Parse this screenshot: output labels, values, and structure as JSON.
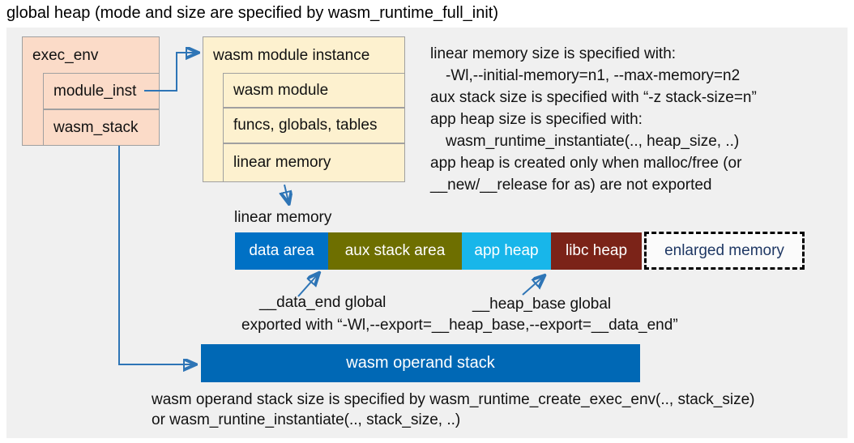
{
  "title": "global heap (mode and size are specified by wasm_runtime_full_init)",
  "exec_env": {
    "header": "exec_env",
    "rows": [
      "module_inst",
      "wasm_stack"
    ]
  },
  "module_instance": {
    "header": "wasm module instance",
    "rows": [
      "wasm module",
      "funcs, globals, tables",
      "linear memory"
    ]
  },
  "notes": {
    "lines": [
      "linear memory size is specified with:",
      "-Wl,--initial-memory=n1, --max-memory=n2",
      "aux stack size is specified with “-z stack-size=n”",
      "app heap size is specified with:",
      "wasm_runtime_instantiate(.., heap_size, ..)",
      "app heap is created only when malloc/free (or",
      "__new/__release for as) are not exported"
    ]
  },
  "linear_memory": {
    "label": "linear memory",
    "segments": [
      {
        "label": "data area",
        "color": "#0071c5"
      },
      {
        "label": "aux stack area",
        "color": "#6e6f00"
      },
      {
        "label": "app heap",
        "color": "#18b6ea"
      },
      {
        "label": "libc heap",
        "color": "#7b2318"
      },
      {
        "label": "enlarged memory",
        "color": "#1f3864",
        "style": "dashed-outline"
      }
    ]
  },
  "globals": {
    "data_end_label": "__data_end global",
    "heap_base_label": "__heap_base global",
    "export_note": "exported with “-Wl,--export=__heap_base,--export=__data_end”"
  },
  "operand_stack": {
    "label": "wasm operand stack",
    "note_line1": "wasm operand stack size is specified by wasm_runtime_create_exec_env(.., stack_size)",
    "note_line2": "or wasm_runtine_instantiate(.., stack_size, ..)"
  },
  "colors": {
    "panel_bg": "#f0f0f0",
    "exec_env_fill": "#fbdbc8",
    "module_instance_fill": "#fdf1cf",
    "box_border": "#a0a0a0",
    "arrow_blue": "#2e75b6",
    "data_area": "#0071c5",
    "aux_stack_area": "#6e6f00",
    "app_heap": "#18b6ea",
    "libc_heap": "#7b2318",
    "operand_stack": "#0068b5",
    "enlarged_memory_text": "#1f3864"
  }
}
